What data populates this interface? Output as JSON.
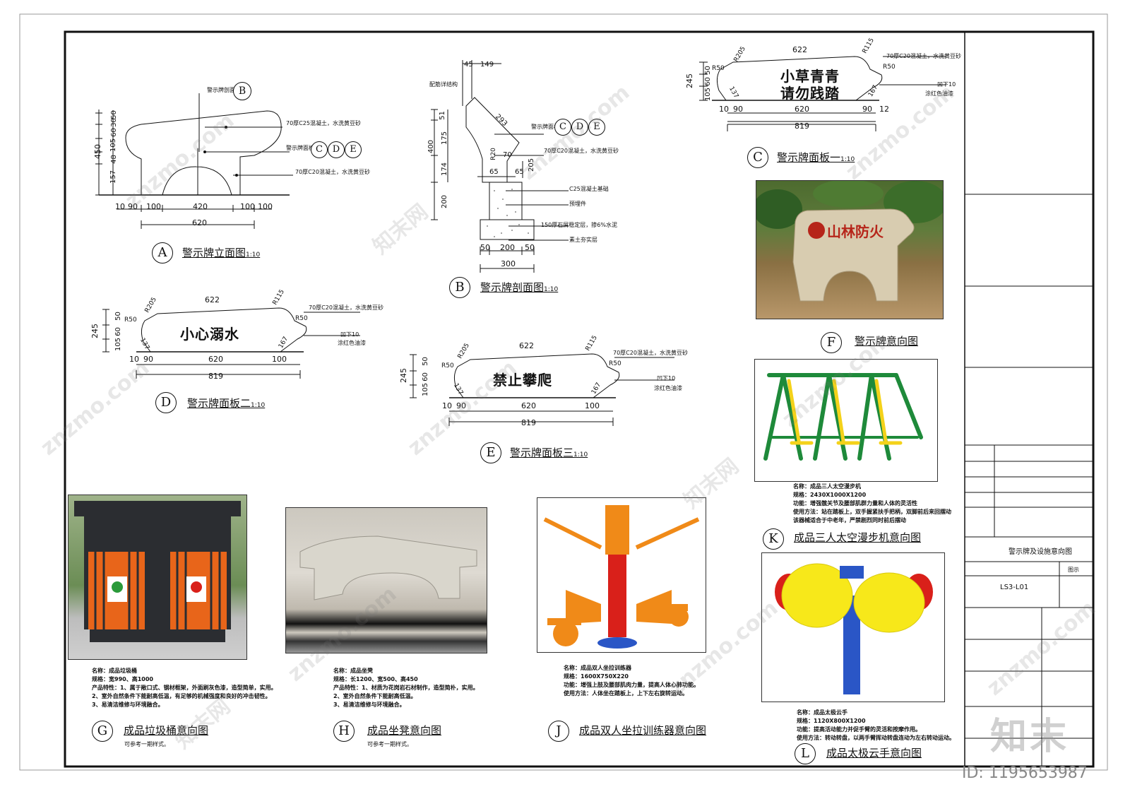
{
  "panels": {
    "A": {
      "letter": "A",
      "title": "警示牌立面图",
      "scale": "1:10",
      "notes": [
        "警示牌剖面图",
        "70厚C25混凝土，水洗黄豆砂",
        "警示牌面板",
        "70厚C20混凝土，水洗黄豆砂"
      ],
      "note_refs": [
        "B",
        "C",
        "D",
        "E"
      ],
      "dims": {
        "h_total": "450",
        "h_a": "157",
        "h_b": "48",
        "h_c": "105",
        "h_d": "60",
        "h_e": "30",
        "h_f": "50",
        "w1": "10",
        "w2": "90",
        "w3": "100",
        "w4": "420",
        "w5": "100",
        "w6": "100",
        "w_total": "620"
      }
    },
    "B": {
      "letter": "B",
      "title": "警示牌剖面图",
      "scale": "1:10",
      "notes": [
        "配筋详结构",
        "警示牌面板",
        "70厚C20混凝土，水洗黄豆砂",
        "C25混凝土基础",
        "预埋件",
        "150厚石屑稳定层，掺6%水泥",
        "素土夯实层"
      ],
      "note_refs": [
        "C",
        "D",
        "E"
      ],
      "dims": {
        "top_a": "45",
        "top_b": "149",
        "diag": "293",
        "h1": "51",
        "h2": "175",
        "h3": "174",
        "h_total": "400",
        "h4": "200",
        "mid": "70",
        "r": "R20",
        "m1": "65",
        "m2": "65",
        "m3": "205",
        "b1": "50",
        "b2": "200",
        "b3": "50",
        "b_total": "300"
      }
    },
    "C": {
      "letter": "C",
      "title": "警示牌面板一",
      "scale": "1:10",
      "text_line1": "小草青青",
      "text_line2": "请勿践踏",
      "notes": [
        "70厚C20混凝土，水洗黄豆砂",
        "凹下10",
        "涂红色油漆"
      ],
      "dims": {
        "top": "622",
        "r205": "R205",
        "r115": "R115",
        "r50a": "R50",
        "r50b": "R50",
        "h_total": "245",
        "h1": "105",
        "h2": "60",
        "h3": "50",
        "s137": "137",
        "s167": "167",
        "b1": "10",
        "b2": "90",
        "b3": "620",
        "b4": "90",
        "b5": "12",
        "b_total": "819"
      }
    },
    "D": {
      "letter": "D",
      "title": "警示牌面板二",
      "scale": "1:10",
      "text": "小心溺水",
      "notes": [
        "70厚C20混凝土，水洗黄豆砂",
        "凹下10",
        "涂红色油漆"
      ],
      "dims": {
        "top": "622",
        "r205": "R205",
        "r115": "R115",
        "r50a": "R50",
        "r50b": "R50",
        "h_total": "245",
        "h1": "105",
        "h2": "60",
        "h3": "50",
        "s137": "137",
        "s167": "167",
        "b1": "10",
        "b2": "90",
        "b3": "620",
        "b4": "100",
        "b_total": "819"
      }
    },
    "E": {
      "letter": "E",
      "title": "警示牌面板三",
      "scale": "1:10",
      "text": "禁止攀爬",
      "notes": [
        "70厚C20混凝土，水洗黄豆砂",
        "凹下10",
        "涂红色油漆"
      ],
      "dims": {
        "top": "622",
        "r205": "R205",
        "r115": "R115",
        "r50a": "R50",
        "r50b": "R50",
        "h_total": "245",
        "h1": "105",
        "h2": "60",
        "h3": "50",
        "s137": "137",
        "s167": "167",
        "b1": "10",
        "b2": "90",
        "b3": "620",
        "b4": "100",
        "b_total": "819"
      }
    },
    "F": {
      "letter": "F",
      "title": "警示牌意向图",
      "sign_text": "山林防火"
    },
    "G": {
      "letter": "G",
      "title": "成品垃圾桶意向图",
      "sub": "可参考一期样式。",
      "desc": [
        "名称：成品垃圾桶",
        "规格：宽990、高1000",
        "产品特性：1、属于敞口式、钢材框架，外面刷灰色漆，造型简单，实用。",
        "2、室外自然条件下能耐高低温，有足够的机械强度和良好的冲击韧性。",
        "3、易清洁维修与环境融合。"
      ]
    },
    "H": {
      "letter": "H",
      "title": "成品坐凳意向图",
      "sub": "可参考一期样式。",
      "desc": [
        "名称：成品坐凳",
        "规格：长1200、宽500、高450",
        "产品特性：1、材质为花岗岩石材制作，造型简朴，实用。",
        "2、室外自然条件下能耐高低温。",
        "3、易清洁维修与环境融合。"
      ]
    },
    "J": {
      "letter": "J",
      "title": "成品双人坐拉训练器意向图",
      "desc": [
        "名称：成品双人坐拉训练器",
        "规格：1600X750X220",
        "功能：增强上肢及腰部肌肉力量，提高人体心肺功能。",
        "使用方法：人体坐在踏板上，上下左右旋转运动。"
      ]
    },
    "K": {
      "letter": "K",
      "title": "成品三人太空漫步机意向图",
      "desc": [
        "名称：成品三人太空漫步机",
        "规格：2430X1000X1200",
        "功能：增强髋关节及腰部肌群力量和人体的灵活性",
        "使用方法：站在踏板上，双手握紧扶手把柄，双脚前后来回摆动",
        "该器械适合于中老年，严禁剧烈同时前后摆动"
      ]
    },
    "L": {
      "letter": "L",
      "title": "成品太极云手意向图",
      "desc": [
        "名称：成品太极云手",
        "规格：1120X800X1200",
        "功能：提高活动能力并促手臂的灵活和按摩作用。",
        "使用方法：转动转盘，以两手臂挥动转盘连动为左右转动运动。"
      ]
    }
  },
  "title_block": {
    "drawing_name": "警示牌及设施意向图",
    "label": "图示",
    "drawing_no": "LS3-L01"
  },
  "watermark": {
    "site": "znzmo.com",
    "brand": "知末网",
    "logo": "知末",
    "id": "ID: 1195653987"
  },
  "colors": {
    "ink": "#111111",
    "bin_orange": "#e8651a",
    "bin_dark": "#2b2d31",
    "fitness_green": "#1e8a3a",
    "fitness_yellow": "#f4d21a",
    "fitness_orange": "#f08a18",
    "taiji_blue": "#2a56c6",
    "taiji_yellow": "#f7e81a",
    "taiji_red": "#d9201a",
    "sign_red": "#b6251a"
  }
}
